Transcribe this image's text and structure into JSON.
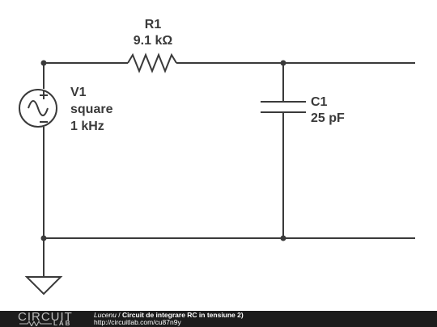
{
  "components": {
    "r1": {
      "name": "R1",
      "value": "9.1 kΩ"
    },
    "c1": {
      "name": "C1",
      "value": "25 pF"
    },
    "v1": {
      "name": "V1",
      "waveform": "square",
      "frequency": "1 kHz"
    }
  },
  "footer": {
    "logo_top": "CIRCUIT",
    "logo_bottom": "LAB",
    "author": "Lucenu",
    "separator": " / ",
    "title": "Circuit de integrare RC in tensiune 2)",
    "url": "http://circuitlab.com/cu87n9y"
  },
  "colors": {
    "wire": "#3a3a3a",
    "footer_bg": "#1c1c1c",
    "footer_text": "#ffffff"
  }
}
